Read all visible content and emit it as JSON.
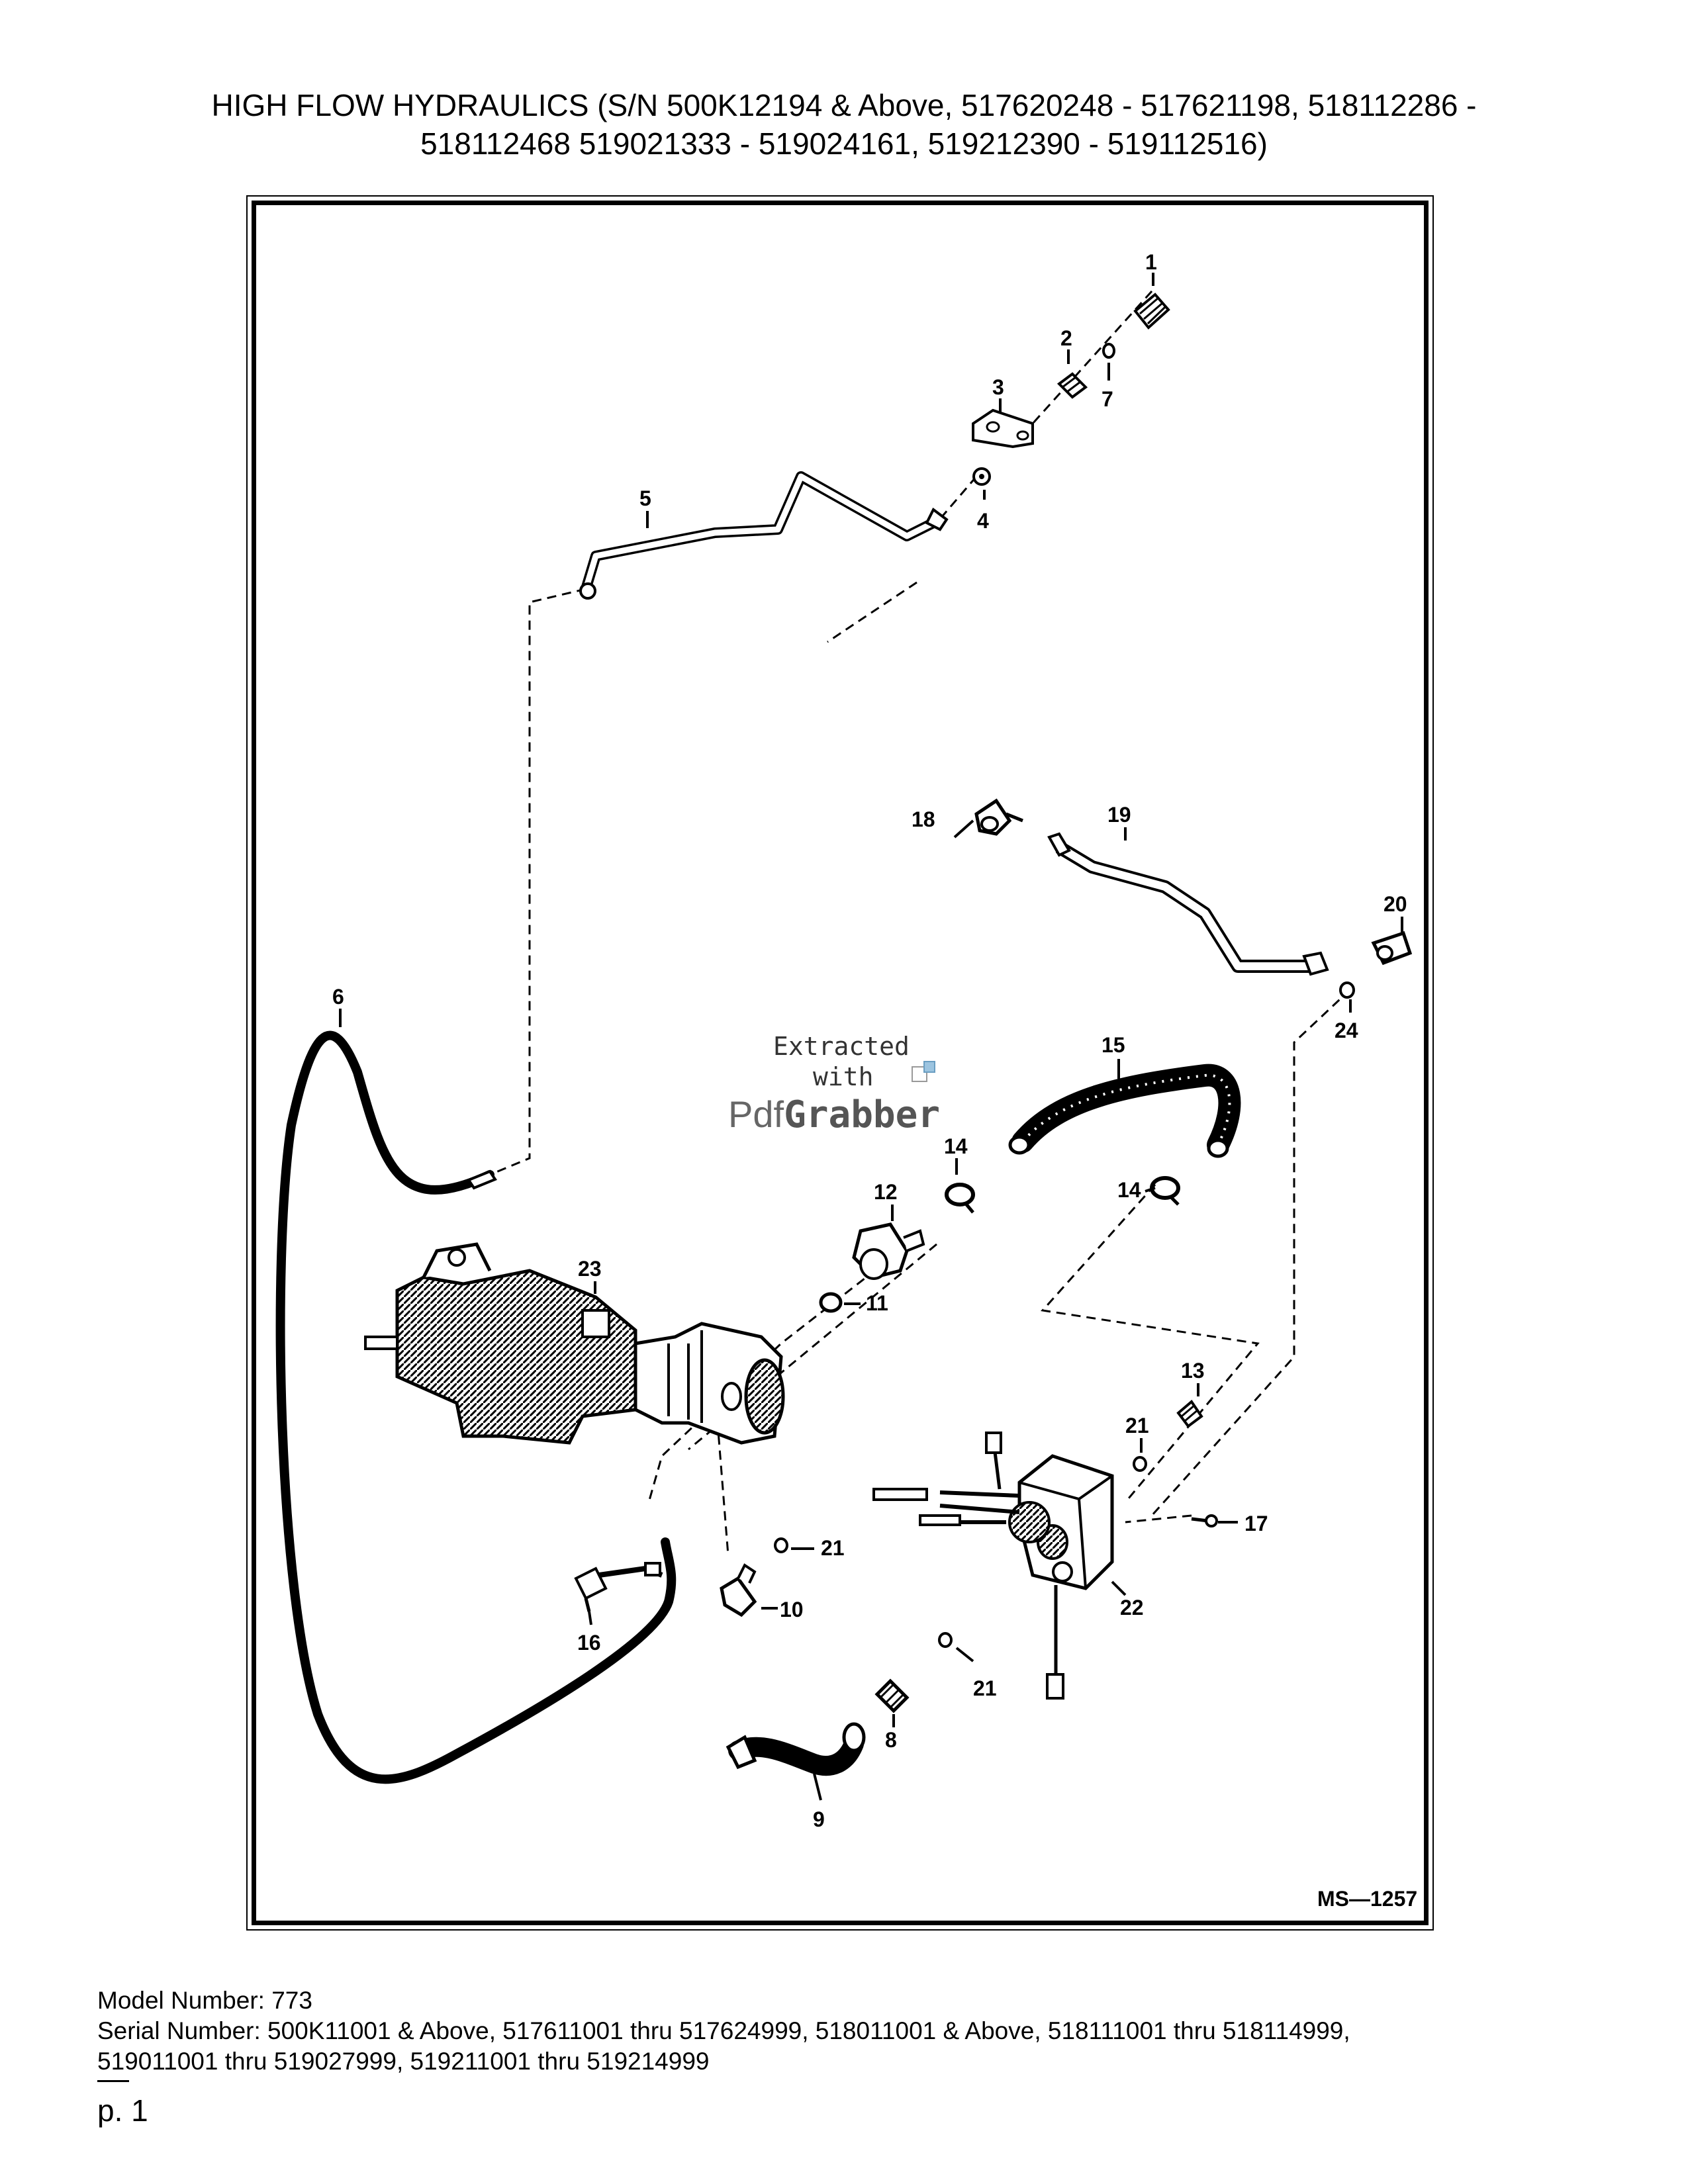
{
  "header": {
    "title_line1": "HIGH FLOW HYDRAULICS (S/N 500K12194 & Above, 517620248 - 517621198, 518112286 -",
    "title_line2": "518112468 519021333 - 519024161, 519212390 - 519112516)"
  },
  "diagram": {
    "drawing_number": "MS—1257",
    "callouts": [
      "1",
      "2",
      "3",
      "4",
      "5",
      "6",
      "7",
      "8",
      "9",
      "10",
      "11",
      "12",
      "13",
      "14",
      "14",
      "15",
      "16",
      "17",
      "18",
      "19",
      "20",
      "21",
      "21",
      "21",
      "22",
      "23",
      "24"
    ],
    "watermark": {
      "line1": "Extracted",
      "line2": "with",
      "brand_pre": "Pdf",
      "brand_post": "Grabber"
    }
  },
  "footer": {
    "model": "Model Number: 773",
    "serial_line1": "Serial Number: 500K11001 & Above, 517611001 thru 517624999, 518011001 & Above, 518111001 thru 518114999,",
    "serial_line2": "519011001 thru 519027999, 519211001 thru 519214999",
    "page": "p. 1"
  }
}
